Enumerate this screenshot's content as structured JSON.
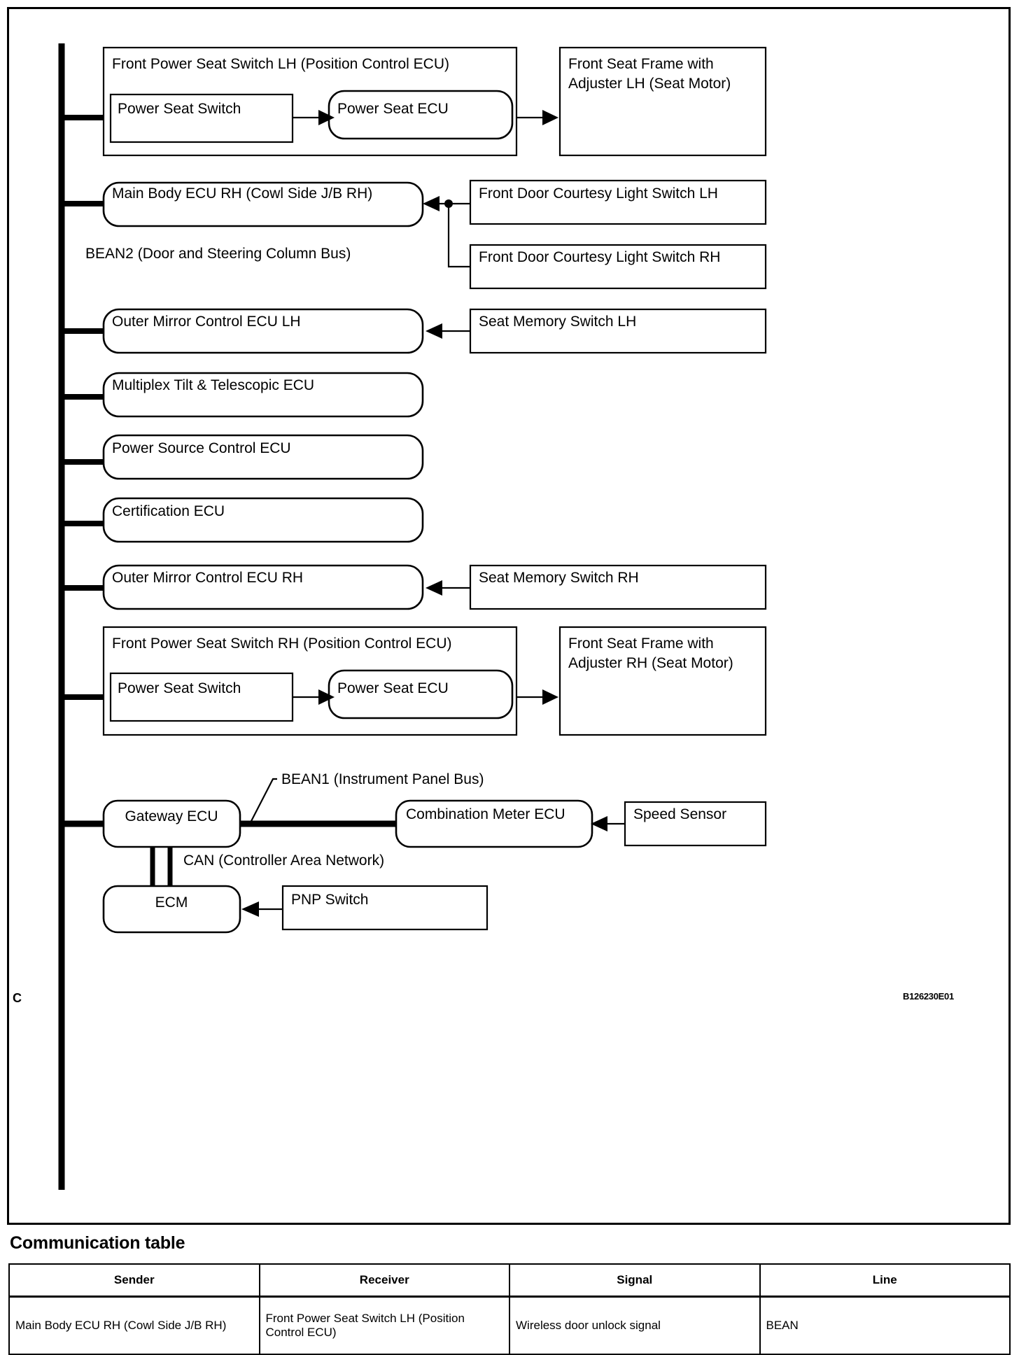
{
  "diagram": {
    "figure_code": "B126230E01",
    "corner_marker": "C",
    "bus_labels": {
      "bean2": "BEAN2 (Door and Steering Column Bus)",
      "bean1": "BEAN1 (Instrument Panel Bus)",
      "can": "CAN (Controller Area Network)"
    },
    "nodes": {
      "front_power_seat_switch_lh": "Front Power Seat Switch LH (Position Control ECU)",
      "power_seat_switch_lh": "Power Seat Switch",
      "power_seat_ecu_lh": "Power Seat ECU",
      "front_seat_frame_lh_line1": "Front Seat Frame with",
      "front_seat_frame_lh_line2": "Adjuster LH (Seat Motor)",
      "main_body_ecu_rh": "Main Body ECU RH (Cowl Side J/B RH)",
      "front_door_courtesy_light_switch_lh": "Front Door Courtesy Light Switch LH",
      "front_door_courtesy_light_switch_rh": "Front Door Courtesy Light Switch RH",
      "outer_mirror_control_ecu_lh": "Outer Mirror Control ECU LH",
      "seat_memory_switch_lh": "Seat Memory Switch LH",
      "multiplex_tilt_telescopic_ecu": "Multiplex Tilt & Telescopic ECU",
      "power_source_control_ecu": "Power Source Control ECU",
      "certification_ecu": "Certification ECU",
      "outer_mirror_control_ecu_rh": "Outer Mirror Control ECU RH",
      "seat_memory_switch_rh": "Seat Memory Switch RH",
      "front_power_seat_switch_rh": "Front Power Seat Switch RH (Position Control ECU)",
      "power_seat_switch_rh": "Power Seat Switch",
      "power_seat_ecu_rh": "Power Seat ECU",
      "front_seat_frame_rh_line1": "Front Seat Frame with",
      "front_seat_frame_rh_line2": "Adjuster RH (Seat Motor)",
      "gateway_ecu": "Gateway ECU",
      "combination_meter_ecu": "Combination Meter ECU",
      "speed_sensor": "Speed Sensor",
      "ecm": "ECM",
      "pnp_switch": "PNP Switch"
    }
  },
  "comm_table": {
    "title": "Communication table",
    "headers": [
      "Sender",
      "Receiver",
      "Signal",
      "Line"
    ],
    "rows": [
      {
        "sender": "Main Body ECU RH (Cowl Side J/B RH)",
        "receiver": "Front Power Seat Switch LH (Position Control ECU)",
        "signal": "Wireless door unlock signal",
        "line": "BEAN"
      }
    ]
  }
}
